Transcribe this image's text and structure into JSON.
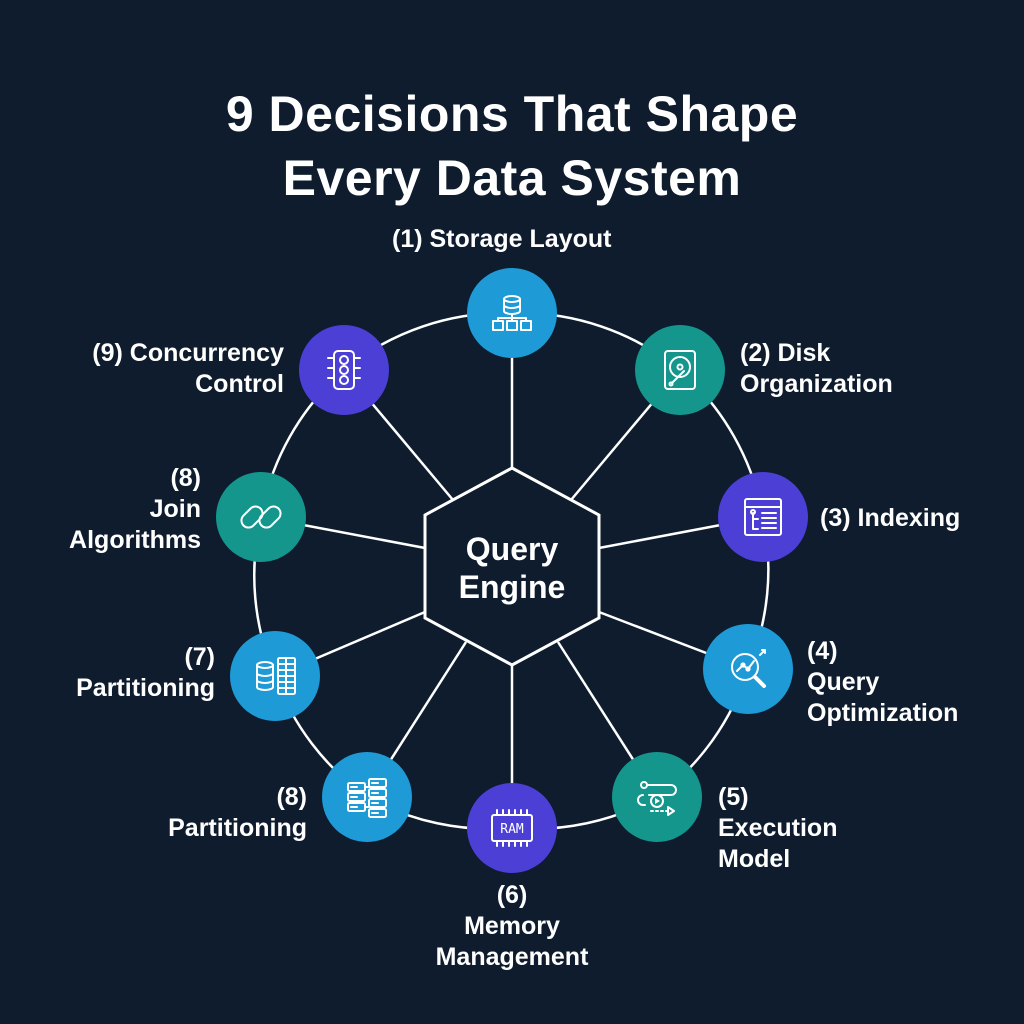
{
  "title": {
    "line1": "9 Decisions That Shape",
    "line2": "Every Data System"
  },
  "center": {
    "line1": "Query",
    "line2": "Engine"
  },
  "nodes": [
    {
      "id": "storage-layout",
      "label_lines": [
        "(1) Storage Layout"
      ],
      "icon": "database-tree-icon",
      "color": "#1e9ad6"
    },
    {
      "id": "disk-organization",
      "label_lines": [
        "(2) Disk",
        "Organization"
      ],
      "icon": "hard-disk-icon",
      "color": "#14968c"
    },
    {
      "id": "indexing",
      "label_lines": [
        "(3) Indexing"
      ],
      "icon": "index-list-icon",
      "color": "#4b3fd6"
    },
    {
      "id": "query-optimization",
      "label_lines": [
        "(4)",
        "Query",
        "Optimization"
      ],
      "icon": "magnify-graph-icon",
      "color": "#1e9ad6"
    },
    {
      "id": "execution-model",
      "label_lines": [
        "(5)",
        "Execution",
        "Model"
      ],
      "icon": "execution-flow-icon",
      "color": "#14968c"
    },
    {
      "id": "memory-management",
      "label_lines": [
        "(6)",
        "Memory",
        "Management"
      ],
      "icon": "ram-chip-icon",
      "color": "#4b3fd6",
      "chip_text": "RAM"
    },
    {
      "id": "partitioning-8",
      "label_lines": [
        "(8)",
        "Partitioning"
      ],
      "icon": "server-rack-icon",
      "color": "#1e9ad6"
    },
    {
      "id": "partitioning-7",
      "label_lines": [
        "(7)",
        "Partitioning"
      ],
      "icon": "partition-table-icon",
      "color": "#1e9ad6"
    },
    {
      "id": "join-algorithms",
      "label_lines": [
        "(8)",
        "Join",
        "Algorithms"
      ],
      "icon": "chain-link-icon",
      "color": "#14968c"
    },
    {
      "id": "concurrency-control",
      "label_lines": [
        "(9) Concurrency",
        "Control"
      ],
      "icon": "traffic-light-icon",
      "color": "#4b3fd6"
    }
  ],
  "colors": {
    "background": "#0e1c2e",
    "lines": "#ffffff",
    "text": "#ffffff"
  }
}
